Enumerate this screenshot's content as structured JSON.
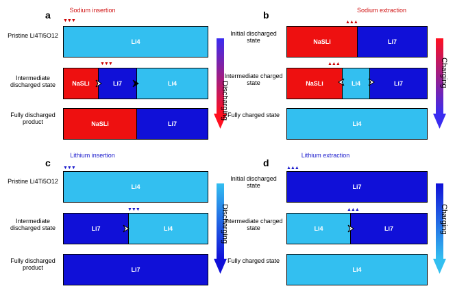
{
  "colors": {
    "li4": "#33bff0",
    "li7": "#1010d8",
    "na": "#ee1010",
    "sodium_text": "#d01010",
    "lithium_text": "#1a1acc"
  },
  "panels": {
    "a": {
      "letter": "a",
      "ion_label": "Sodium insertion",
      "row_labels": [
        "Pristine Li4Ti5O12",
        "Intermediate discharged state",
        "Fully discharged product"
      ],
      "rows": [
        [
          "Li4"
        ],
        [
          "NaSLi",
          "Li7",
          "Li4"
        ],
        [
          "NaSLi",
          "Li7"
        ]
      ],
      "arrow_label": "Discharging"
    },
    "b": {
      "letter": "b",
      "ion_label": "Sodium extraction",
      "row_labels": [
        "Initial discharged state",
        "Intermediate charged state",
        "Fully charged state"
      ],
      "rows": [
        [
          "NaSLi",
          "Li7"
        ],
        [
          "NaSLi",
          "Li4",
          "Li7"
        ],
        [
          "Li4"
        ]
      ],
      "arrow_label": "Charging"
    },
    "c": {
      "letter": "c",
      "ion_label": "Lithium insertion",
      "row_labels": [
        "Pristine Li4Ti5O12",
        "Intermediate discharged state",
        "Fully discharged product"
      ],
      "rows": [
        [
          "Li4"
        ],
        [
          "Li7",
          "Li4"
        ],
        [
          "Li7"
        ]
      ],
      "arrow_label": "Discharging"
    },
    "d": {
      "letter": "d",
      "ion_label": "Lithium extraction",
      "row_labels": [
        "Initial discharged state",
        "Intermediate charged state",
        "Fully charged state"
      ],
      "rows": [
        [
          "Li7"
        ],
        [
          "Li4",
          "Li7"
        ],
        [
          "Li4"
        ]
      ],
      "arrow_label": "Charging"
    }
  }
}
